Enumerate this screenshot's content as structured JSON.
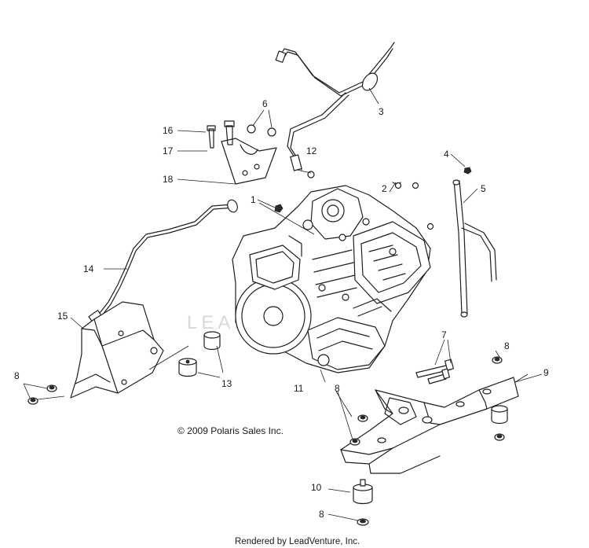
{
  "diagram": {
    "callouts": [
      {
        "id": "1",
        "text": "1"
      },
      {
        "id": "2",
        "text": "2"
      },
      {
        "id": "3",
        "text": "3"
      },
      {
        "id": "4",
        "text": "4"
      },
      {
        "id": "5",
        "text": "5"
      },
      {
        "id": "6",
        "text": "6"
      },
      {
        "id": "7",
        "text": "7"
      },
      {
        "id": "8a",
        "text": "8"
      },
      {
        "id": "8b",
        "text": "8"
      },
      {
        "id": "8c",
        "text": "8"
      },
      {
        "id": "8d",
        "text": "8"
      },
      {
        "id": "9",
        "text": "9"
      },
      {
        "id": "10",
        "text": "10"
      },
      {
        "id": "11",
        "text": "11"
      },
      {
        "id": "12",
        "text": "12"
      },
      {
        "id": "13",
        "text": "13"
      },
      {
        "id": "14",
        "text": "14"
      },
      {
        "id": "15",
        "text": "15"
      },
      {
        "id": "16",
        "text": "16"
      },
      {
        "id": "17",
        "text": "17"
      },
      {
        "id": "18",
        "text": "18"
      }
    ],
    "copyright": "© 2009 Polaris Sales Inc.",
    "watermark": "LEADVENTURE",
    "footer": "Rendered by LeadVenture, Inc."
  }
}
